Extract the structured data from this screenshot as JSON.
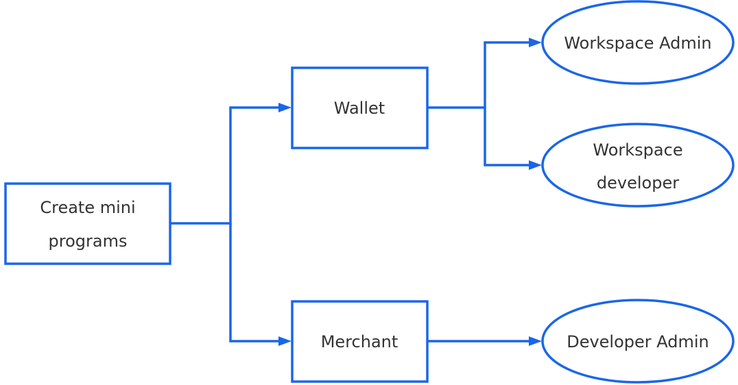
{
  "colors": {
    "stroke": "#1a66e8",
    "text": "#333333",
    "background": "#ffffff"
  },
  "nodes": {
    "root": {
      "label_line1": "Create mini",
      "label_line2": "programs"
    },
    "wallet": {
      "label": "Wallet"
    },
    "merchant": {
      "label": "Merchant"
    },
    "workspace_admin": {
      "label": "Workspace Admin"
    },
    "workspace_developer": {
      "label_line1": "Workspace",
      "label_line2": "developer"
    },
    "developer_admin": {
      "label": "Developer Admin"
    }
  }
}
